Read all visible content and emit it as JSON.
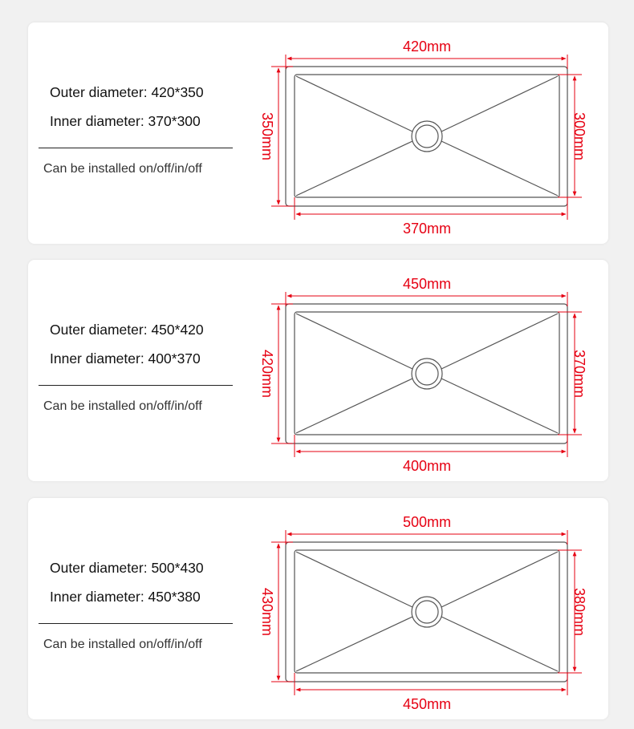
{
  "cards": [
    {
      "outer_text": "Outer diameter: 420*350",
      "inner_text": "Inner diameter: 370*300",
      "install_text": "Can be installed on/off/in/off",
      "dims": {
        "top": "420mm",
        "left": "350mm",
        "right": "300mm",
        "bottom": "370mm"
      }
    },
    {
      "outer_text": "Outer diameter: 450*420",
      "inner_text": "Inner diameter: 400*370",
      "install_text": "Can be installed on/off/in/off",
      "dims": {
        "top": "450mm",
        "left": "420mm",
        "right": "370mm",
        "bottom": "400mm"
      }
    },
    {
      "outer_text": "Outer diameter: 500*430",
      "inner_text": "Inner diameter: 450*380",
      "install_text": "Can be installed on/off/in/off",
      "dims": {
        "top": "500mm",
        "left": "430mm",
        "right": "380mm",
        "bottom": "450mm"
      }
    }
  ],
  "colors": {
    "dimension": "#e60012",
    "outline": "#555555"
  }
}
